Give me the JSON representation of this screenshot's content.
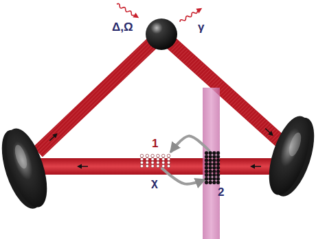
{
  "diagram": {
    "nodes": [
      {
        "text": [
          "1"
        ]
      },
      {
        "text": [
          "2"
        ]
      }
    ],
    "edges": [
      {
        "from": 1,
        "to": 0,
        "arrow": "to"
      },
      {
        "from": 0,
        "to": 1,
        "arrow": "to",
        "label": "χ"
      }
    ],
    "labels": [
      "Δ,Ω",
      "γ"
    ]
  }
}
